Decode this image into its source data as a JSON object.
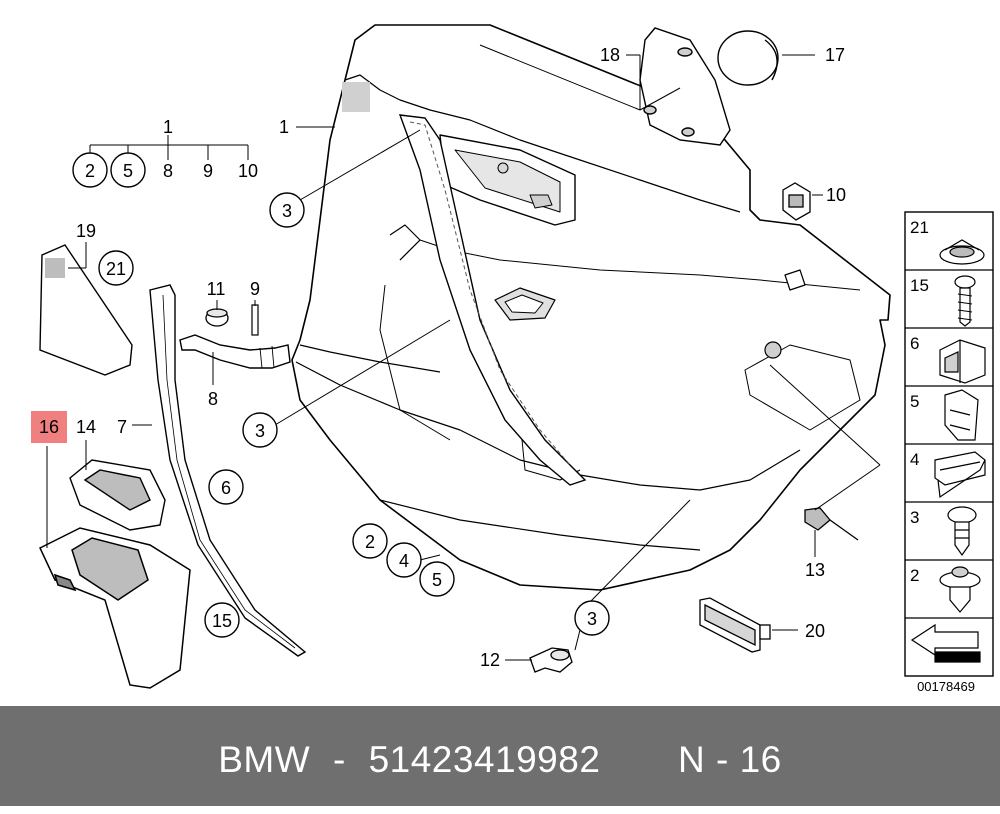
{
  "diagram": {
    "callouts": {
      "c1_top": "1",
      "c1_left": "1",
      "c2_a": "2",
      "c5_a": "5",
      "c8_a": "8",
      "c9_a": "9",
      "c10_a": "10",
      "c3_a": "3",
      "c3_b": "3",
      "c3_c": "3",
      "c18": "18",
      "c17": "17",
      "c10_b": "10",
      "c19": "19",
      "c21": "21",
      "c11": "11",
      "c9_b": "9",
      "c8_b": "8",
      "c16": "16",
      "c14": "14",
      "c7": "7",
      "c6": "6",
      "c15": "15",
      "c2_b": "2",
      "c4_b": "4",
      "c5_b": "5",
      "c12": "12",
      "c13": "13",
      "c20": "20"
    },
    "legend": [
      {
        "num": "21",
        "icon": "rivet-nut-icon"
      },
      {
        "num": "15",
        "icon": "screw-icon"
      },
      {
        "num": "6",
        "icon": "clip-nut-icon"
      },
      {
        "num": "5",
        "icon": "spring-clip-icon"
      },
      {
        "num": "4",
        "icon": "retaining-clip-icon"
      },
      {
        "num": "3",
        "icon": "push-pin-icon"
      },
      {
        "num": "2",
        "icon": "expanding-rivet-icon"
      },
      {
        "num": "",
        "icon": "direction-arrow-icon"
      }
    ],
    "catalog_number": "00178469",
    "highlight_color": "#f08080"
  },
  "footer": {
    "brand": "BMW",
    "dash": "-",
    "part_number": "51423419982",
    "position": "N - 16"
  }
}
